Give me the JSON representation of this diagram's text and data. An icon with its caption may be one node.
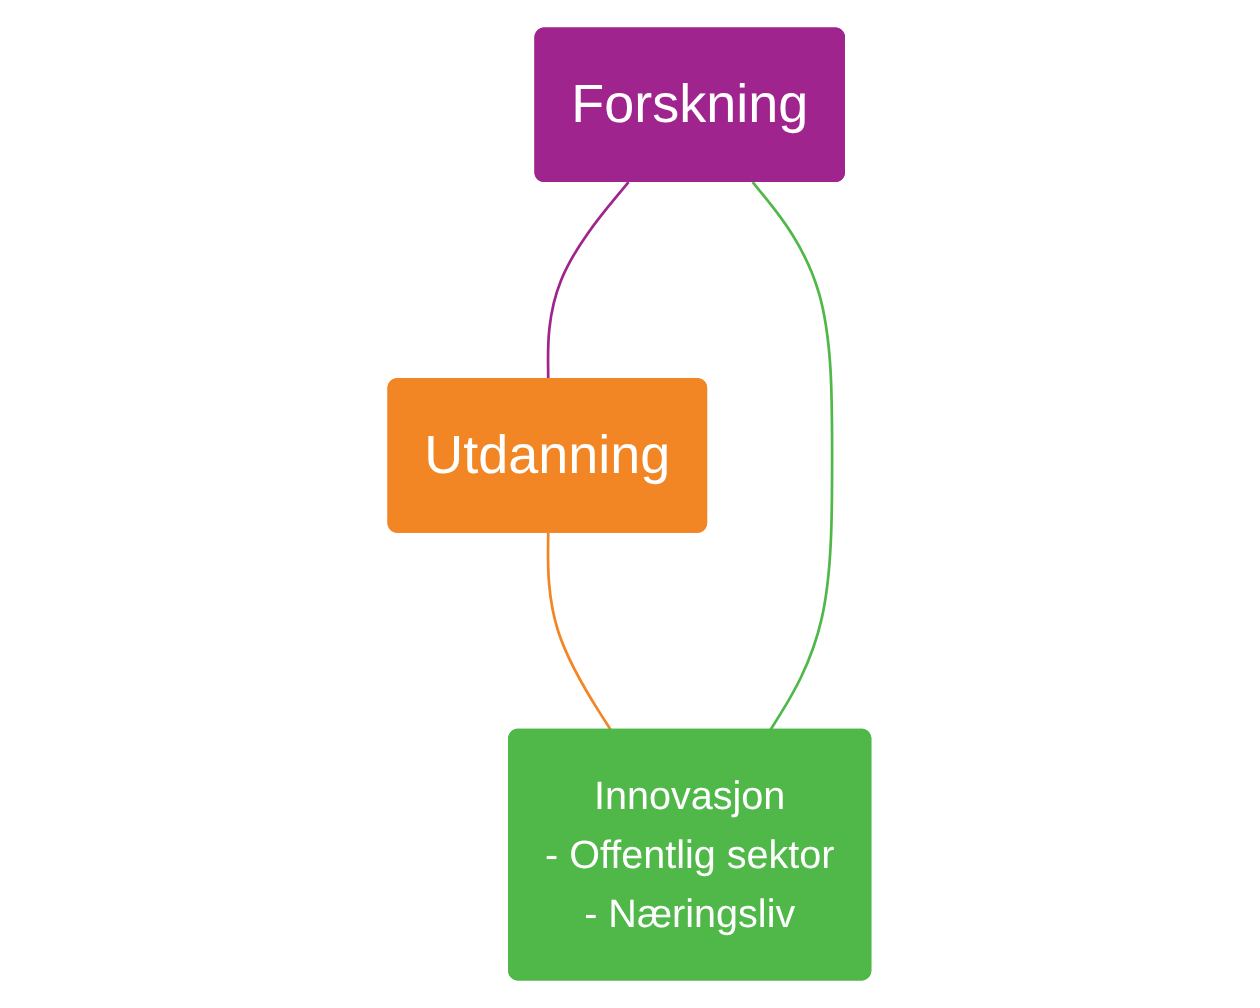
{
  "diagram": {
    "nodes": [
      {
        "text": [
          "Forskning"
        ]
      },
      {
        "text": [
          "Innovasjon",
          "- Offentlig sektor",
          "- Næringsliv"
        ]
      },
      {
        "text": [
          "Utdanning"
        ]
      }
    ],
    "edges": [
      {
        "from": 0,
        "to": 2,
        "arrow": "none",
        "color": "#a0248e"
      },
      {
        "from": 2,
        "to": 1,
        "arrow": "none",
        "color": "#f28524"
      },
      {
        "from": 1,
        "to": 0,
        "arrow": "none",
        "color": "#4fb848"
      }
    ]
  }
}
